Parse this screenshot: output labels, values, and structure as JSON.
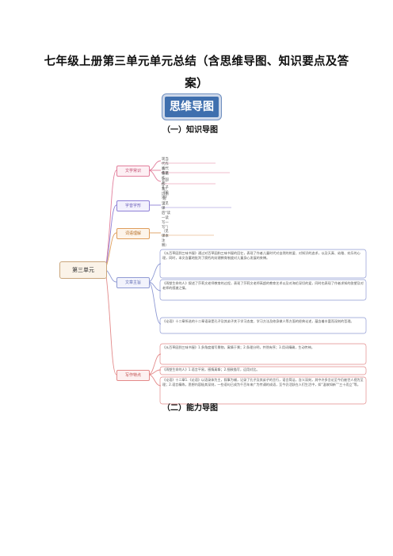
{
  "title_line1": "七年级上册第三单元单元总结（含思维导图、知识要点及答",
  "title_line2": "案）",
  "badge": "思维导图",
  "section1": "（一）知识导图",
  "section2": "（二）能力导图",
  "mindmap": {
    "root": "第三单元",
    "categories": [
      "文学常识",
      "字音字形",
      "词语理解",
      "文章主旨",
      "写作特点"
    ],
    "literature_items": [
      "现当代作家：鲁迅",
      "古代作家作品：孔子 《论语》",
      "外国作家：玛丽·居里"
    ],
    "pronunciation_text": "（见课后“读一读写一写”）",
    "vocab_text": "（见课本注释）",
    "theme_blocks": [
      "《从百草园到三味书屋》通过对百草园和三味书屋的回忆，表现了作者儿童时代对自然的热爱、对知识的追求，以及天真、幼稚、欢乐的心理，同时，本文含蓄地批判了腐朽的封建教育制度对儿童身心发展的束缚。",
      "《再塑生命的人》叙述了莎莉文老师教育的过程，表现了莎莉文老师高超的教育艺术以及对海伦深切的爱，同时也表现了作者求知的欲望及对老师的感激之情。",
      "《论语》十二章所选的十二章语录是孔子及其弟子关于学习态度、学习方法及修身做人等方面的经典论述，蕴含着丰富而深刻的哲理。"
    ],
    "writing_blocks": [
      "《从百草园到三味书屋》1.多角度描写景物，寓情于景；2.条理分明，井然有序；3.用词精确，生动传神。",
      "《再塑生命的人》1.语言平易，感情真挚；2.细致描写，运用对比。",
      "《论语》十二章1.《论语》以语录体为主，叙事为辅，记录了孔子及其弟子的言行，语言简洁，含义深刻，其中许多言论至今仍被世人视为至理；2.语言精练，思想内容极其深刻，一些语句已成为千百年来广为传诵的成语，至今仍活跃在人们生活中，如“温故知新”“三十而立”等。"
    ]
  }
}
